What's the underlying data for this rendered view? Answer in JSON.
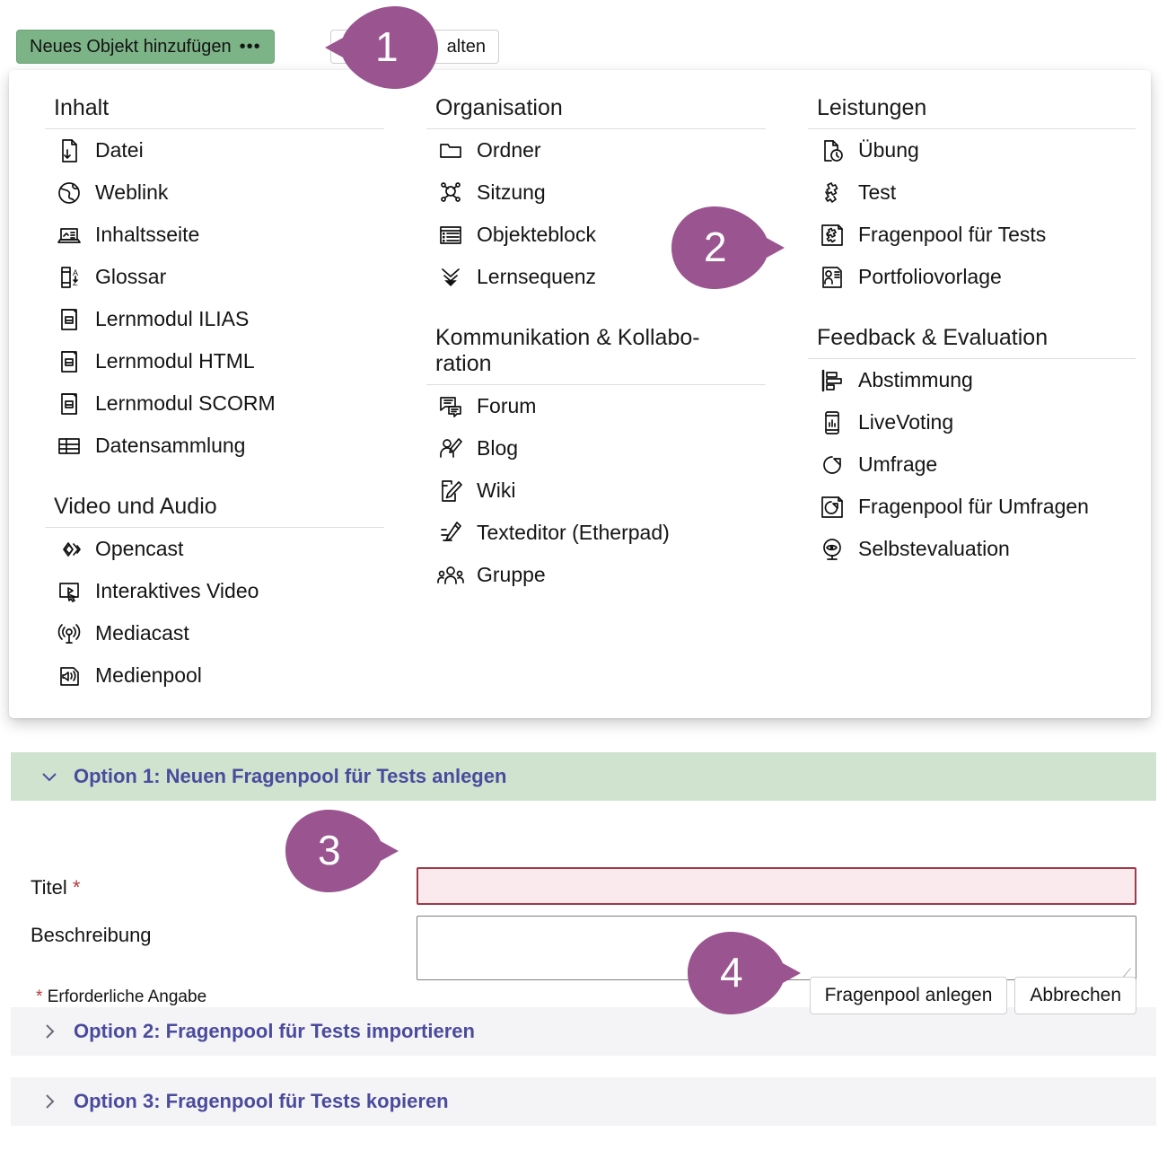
{
  "toolbar": {
    "add_object_button": "Neues Objekt hinzufügen",
    "add_object_dots": "•••",
    "behind_button": "alten"
  },
  "dropdown": {
    "groups": [
      {
        "column": 1,
        "title": "Inhalt",
        "items": [
          {
            "label": "Datei",
            "icon": "file-download-icon"
          },
          {
            "label": "Weblink",
            "icon": "globe-link-icon"
          },
          {
            "label": "Inhaltsseite",
            "icon": "content-page-icon"
          },
          {
            "label": "Glossar",
            "icon": "glossary-az-icon"
          },
          {
            "label": "Lernmodul ILIAS",
            "icon": "learning-module-icon"
          },
          {
            "label": "Lernmodul HTML",
            "icon": "learning-module-icon"
          },
          {
            "label": "Lernmodul SCORM",
            "icon": "learning-module-icon"
          },
          {
            "label": "Datensammlung",
            "icon": "table-grid-icon"
          }
        ]
      },
      {
        "column": 1,
        "title": "Video und Audio",
        "items": [
          {
            "label": "Opencast",
            "icon": "opencast-diamond-icon"
          },
          {
            "label": "Interaktives Video",
            "icon": "interactive-video-icon"
          },
          {
            "label": "Mediacast",
            "icon": "broadcast-icon"
          },
          {
            "label": "Medienpool",
            "icon": "speaker-icon"
          }
        ]
      },
      {
        "column": 2,
        "title": "Organisation",
        "items": [
          {
            "label": "Ordner",
            "icon": "folder-icon"
          },
          {
            "label": "Sitzung",
            "icon": "session-nodes-icon"
          },
          {
            "label": "Objekteblock",
            "icon": "object-block-icon"
          },
          {
            "label": "Lernsequenz",
            "icon": "chevrons-down-icon"
          }
        ]
      },
      {
        "column": 2,
        "title": "Kommunikation & Kollabo-\nration",
        "items": [
          {
            "label": "Forum",
            "icon": "forum-bubbles-icon"
          },
          {
            "label": "Blog",
            "icon": "person-pencil-icon"
          },
          {
            "label": "Wiki",
            "icon": "page-pencil-icon"
          },
          {
            "label": "Texteditor (Etherpad)",
            "icon": "pencil-lines-icon"
          },
          {
            "label": "Gruppe",
            "icon": "group-people-icon"
          }
        ]
      },
      {
        "column": 3,
        "title": "Leistungen",
        "items": [
          {
            "label": "Übung",
            "icon": "exercise-clock-icon"
          },
          {
            "label": "Test",
            "icon": "puzzle-icon"
          },
          {
            "label": "Fragenpool für Tests",
            "icon": "puzzle-pool-icon"
          },
          {
            "label": "Portfoliovorlage",
            "icon": "portfolio-template-icon"
          }
        ]
      },
      {
        "column": 3,
        "title": "Feedback & Evaluation",
        "items": [
          {
            "label": "Abstimmung",
            "icon": "bar-poll-icon"
          },
          {
            "label": "LiveVoting",
            "icon": "phone-chart-icon"
          },
          {
            "label": "Umfrage",
            "icon": "pie-survey-icon"
          },
          {
            "label": "Fragenpool für Umfragen",
            "icon": "pie-pool-icon"
          },
          {
            "label": "Selbstevaluation",
            "icon": "eye-evaluation-icon"
          }
        ]
      }
    ]
  },
  "form": {
    "option1_header": "Option 1: Neuen Fragenpool für Tests anlegen",
    "option2_header": "Option 2: Fragenpool für Tests importieren",
    "option3_header": "Option 3: Fragenpool für Tests kopieren",
    "title_label": "Titel",
    "title_required_mark": "*",
    "title_value": "",
    "description_label": "Beschreibung",
    "description_value": "",
    "required_note_star": "*",
    "required_note": "Erforderliche Angabe",
    "submit_button": "Fragenpool anlegen",
    "cancel_button": "Abbrechen"
  },
  "callouts": [
    {
      "number": "1",
      "direction": "left"
    },
    {
      "number": "2",
      "direction": "right"
    },
    {
      "number": "3",
      "direction": "right"
    },
    {
      "number": "4",
      "direction": "right"
    }
  ],
  "colors": {
    "accent_green": "#7cb387",
    "panel_header_green": "#cfe3cc",
    "callout_purple": "#9a5590",
    "link_purple": "#4b4b9e",
    "error_red": "#a03a4a",
    "error_bg": "#fbeaed"
  }
}
